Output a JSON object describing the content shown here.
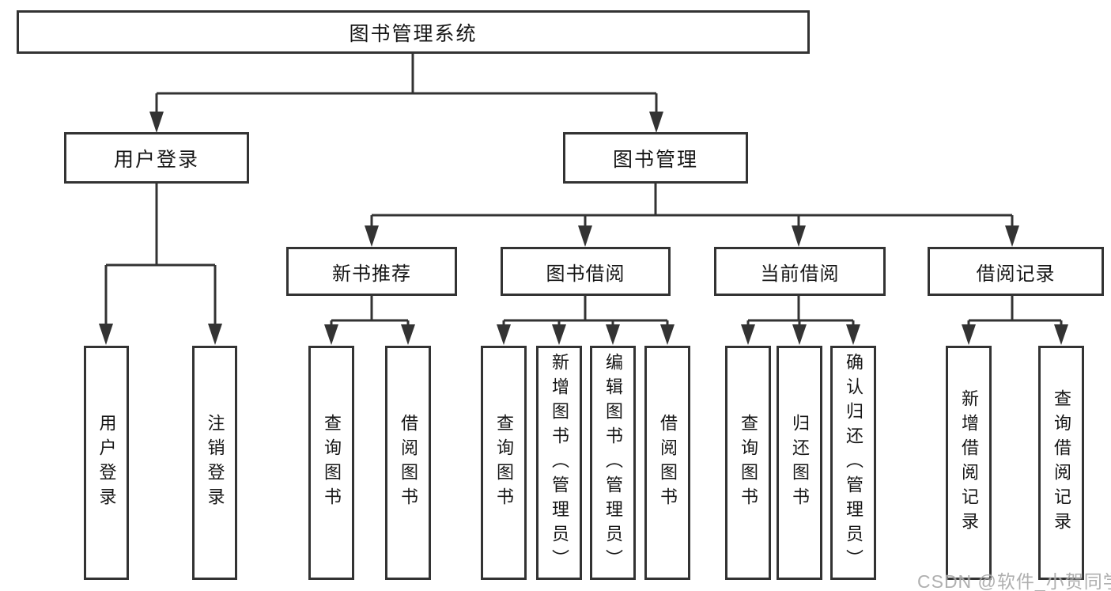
{
  "tree": {
    "root": {
      "label": "图书管理系统"
    },
    "branches": [
      {
        "label": "用户登录",
        "leaves": [
          {
            "label": "用户登录"
          },
          {
            "label": "注销登录"
          }
        ]
      },
      {
        "label": "图书管理",
        "groups": [
          {
            "label": "新书推荐",
            "leaves": [
              {
                "label": "查询图书"
              },
              {
                "label": "借阅图书"
              }
            ]
          },
          {
            "label": "图书借阅",
            "leaves": [
              {
                "label": "查询图书"
              },
              {
                "label": "新增图书（管理员）"
              },
              {
                "label": "编辑图书（管理员）"
              },
              {
                "label": "借阅图书"
              }
            ]
          },
          {
            "label": "当前借阅",
            "leaves": [
              {
                "label": "查询图书"
              },
              {
                "label": "归还图书"
              },
              {
                "label": "确认归还（管理员）"
              }
            ]
          },
          {
            "label": "借阅记录",
            "leaves": [
              {
                "label": "新增借阅记录"
              },
              {
                "label": "查询借阅记录"
              }
            ]
          }
        ]
      }
    ]
  },
  "watermark": {
    "text": "CSDN @软件_小贺同学"
  },
  "colors": {
    "line": "#333333",
    "box_border": "#333333",
    "text": "#161616",
    "watermark": "#a4a4a4",
    "background": "#ffffff"
  }
}
